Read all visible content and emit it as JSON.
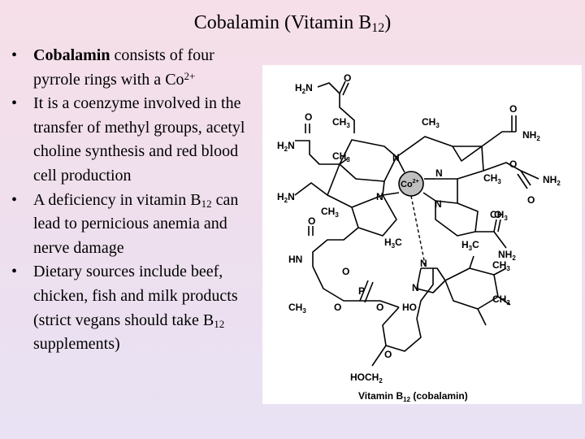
{
  "slide": {
    "title_main": "Cobalamin (Vitamin B",
    "title_sub": "12",
    "title_end": ")"
  },
  "bullets": [
    {
      "bold": "Cobalamin",
      "text": " consists of four pyrrole rings with a Co",
      "sup": "2+"
    },
    {
      "text": "It is a coenzyme involved in the transfer of methyl groups, acetyl choline synthesis and red blood cell production"
    },
    {
      "text": "A deficiency in vitamin B",
      "sub": "12",
      "text2": " can lead to pernicious anemia and nerve damage"
    },
    {
      "text": "Dietary sources include beef, chicken, fish and milk products (strict vegans should take B",
      "sub": "12",
      "text2": " supplements)"
    }
  ],
  "figure": {
    "caption_main": "Vitamin B",
    "caption_sub": "12",
    "caption_end": " (cobalamin)",
    "metal": "Co",
    "metal_charge": "2+",
    "labels": {
      "h2n": "H",
      "n": "N",
      "o": "O",
      "ch": "CH",
      "nh": "NH",
      "hn": "HN",
      "p": "P",
      "ho": "HO",
      "hoch": "HOCH",
      "hc": "H",
      "c": "C",
      "sub2": "2",
      "sub3": "3"
    }
  }
}
